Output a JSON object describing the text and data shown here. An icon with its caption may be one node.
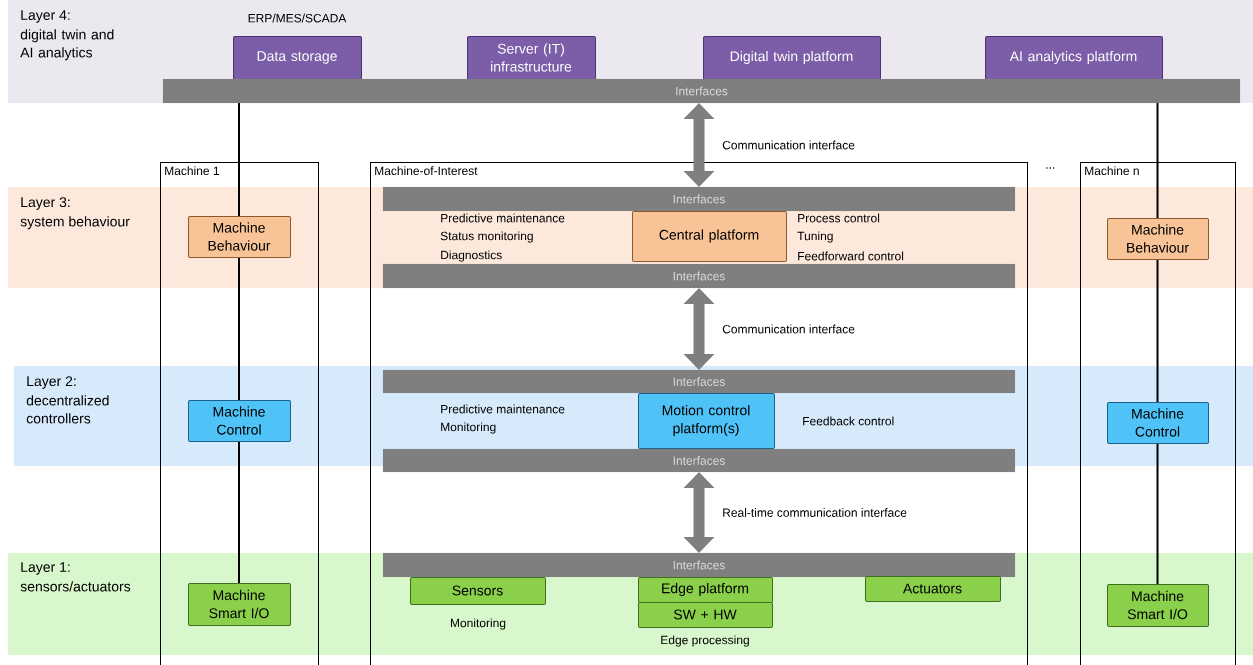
{
  "diagram": {
    "nodes": [
      {
        "text": [
          "Data storage"
        ],
        "beside": [
          "ERP/MES/SCADA"
        ]
      },
      {
        "text": [
          "Server (IT) infrastructure"
        ]
      },
      {
        "text": [
          "Digital twin platform"
        ]
      },
      {
        "text": [
          "AI analytics platform"
        ]
      },
      {
        "text": [
          "Interfaces"
        ]
      },
      {
        "text": [
          "Machine 1"
        ]
      },
      {
        "text": [
          "Machine Behaviour"
        ],
        "in": 5
      },
      {
        "text": [
          "Machine Control"
        ],
        "in": 5
      },
      {
        "text": [
          "Machine Smart I/O"
        ],
        "in": 5
      },
      {
        "text": [
          "Machine-of-Interest"
        ]
      },
      {
        "text": [
          "Interfaces"
        ],
        "in": 9
      },
      {
        "text": [
          "Central platform"
        ],
        "in": 9
      },
      {
        "text": [
          "Interfaces"
        ],
        "in": 9
      },
      {
        "text": [
          "Interfaces"
        ],
        "in": 9
      },
      {
        "text": [
          "Motion control platform(s)"
        ],
        "in": 9
      },
      {
        "text": [
          "Interfaces"
        ],
        "in": 9
      },
      {
        "text": [
          "Interfaces"
        ],
        "in": 9
      },
      {
        "text": [
          "Sensors"
        ],
        "in": 9
      },
      {
        "text": [
          "Edge platform"
        ],
        "in": 9
      },
      {
        "text": [
          "SW + HW"
        ],
        "in": 9
      },
      {
        "text": [
          "Actuators"
        ],
        "in": 9
      },
      {
        "text": [
          "Machine n"
        ]
      },
      {
        "text": [
          "Machine Behaviour"
        ],
        "in": 21
      },
      {
        "text": [
          "Machine Control"
        ],
        "in": 21
      },
      {
        "text": [
          "Machine Smart I/O"
        ],
        "in": 21
      }
    ],
    "edges": [
      {
        "from": 4,
        "to": 6,
        "arrow": "none"
      },
      {
        "from": 6,
        "to": 7,
        "arrow": "none"
      },
      {
        "from": 7,
        "to": 8,
        "arrow": "none"
      },
      {
        "from": 4,
        "to": 10,
        "arrow": "both",
        "label": "Communication interface",
        "style": "thick",
        "color": "#7f7f7f"
      },
      {
        "from": 12,
        "to": 13,
        "arrow": "both",
        "label": "Communication interface",
        "style": "thick",
        "color": "#7f7f7f"
      },
      {
        "from": 15,
        "to": 16,
        "arrow": "both",
        "label": "Real-time communication interface",
        "style": "thick",
        "color": "#7f7f7f"
      },
      {
        "from": 4,
        "to": 22,
        "arrow": "none"
      },
      {
        "from": 22,
        "to": 23,
        "arrow": "none"
      },
      {
        "from": 23,
        "to": 24,
        "arrow": "none"
      }
    ],
    "labels": [
      "Layer 4:",
      "digital twin and AI analytics",
      "...",
      "Layer 3:",
      "system behaviour",
      "Predictive maintenance",
      "Status monitoring",
      "Diagnostics",
      "Process control",
      "Tuning",
      "Feedforward control",
      "Layer 2:",
      "decentralized controllers",
      "Predictive maintenance",
      "Monitoring",
      "Feedback control",
      "Layer 1:",
      "sensors/actuators",
      "Monitoring",
      "Edge processing"
    ]
  }
}
